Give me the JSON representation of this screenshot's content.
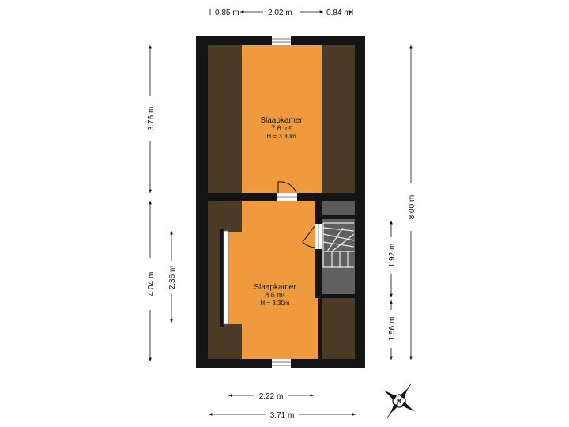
{
  "colors": {
    "wall": "#141414",
    "room": "#ef9b3d",
    "slope": "#4b3a26",
    "stair": "#5a5a5a",
    "background": "#ffffff"
  },
  "dimensions": {
    "top_left": "0.85 m",
    "top_mid": "2.02 m",
    "top_right": "0.84 m",
    "left_upper": "3.76 m",
    "left_lower": "4.04 m",
    "left_inner": "2.36 m",
    "right_total": "8.00 m",
    "right_stair": "1.92 m",
    "right_lower": "1.56 m",
    "bottom_inner": "2.22 m",
    "bottom_total": "3.71 m"
  },
  "rooms": {
    "upper": {
      "name": "Slaapkamer",
      "area": "7.6 m²",
      "height": "H = 3.30m"
    },
    "lower": {
      "name": "Slaapkamer",
      "area": "8.6 m²",
      "height": "H = 3.30m"
    }
  },
  "compass": {
    "north_label": "N",
    "icon": "compass-rose-icon"
  }
}
